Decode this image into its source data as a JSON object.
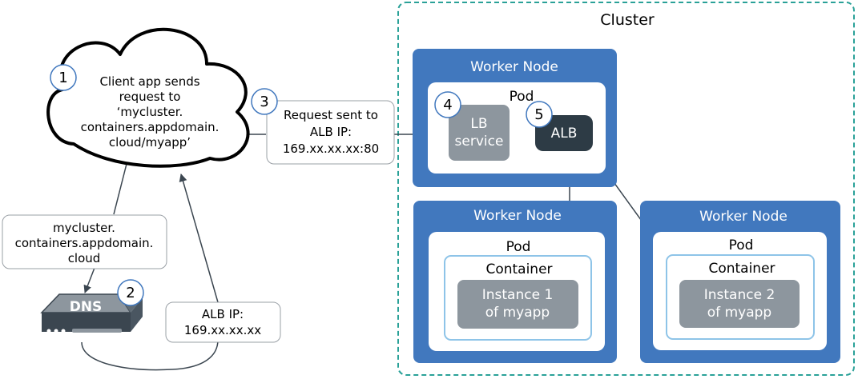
{
  "cluster": {
    "label": "Cluster"
  },
  "client": {
    "step": "1",
    "lines": [
      "Client app sends",
      "request to",
      "‘mycluster.",
      "containers.appdomain.",
      "cloud/myapp’"
    ]
  },
  "dns_query": {
    "lines": [
      "mycluster.",
      "containers.appdomain.",
      "cloud"
    ]
  },
  "dns": {
    "step": "2",
    "label": "DNS"
  },
  "dns_response": {
    "lines": [
      "ALB IP:",
      "169.xx.xx.xx"
    ]
  },
  "request": {
    "step": "3",
    "lines": [
      "Request sent to",
      "ALB IP:",
      "169.xx.xx.xx:80"
    ]
  },
  "worker_top": {
    "label": "Worker Node",
    "pod": "Pod",
    "lb": {
      "step": "4",
      "lines": [
        "LB",
        "service"
      ]
    },
    "alb": {
      "step": "5",
      "label": "ALB"
    }
  },
  "worker_left": {
    "label": "Worker Node",
    "pod": "Pod",
    "container": "Container",
    "instance": [
      "Instance 1",
      "of myapp"
    ]
  },
  "worker_right": {
    "label": "Worker Node",
    "pod": "Pod",
    "container": "Container",
    "instance": [
      "Instance 2",
      "of myapp"
    ]
  },
  "colors": {
    "cluster_border": "#2aa198",
    "worker_node": "#4178be",
    "container_border": "#8ec4e8",
    "instance": "#8d969e",
    "lb_service": "#8d969e",
    "alb": "#2d3b45",
    "line": "#3b4650",
    "step_ring": "#4178be"
  }
}
